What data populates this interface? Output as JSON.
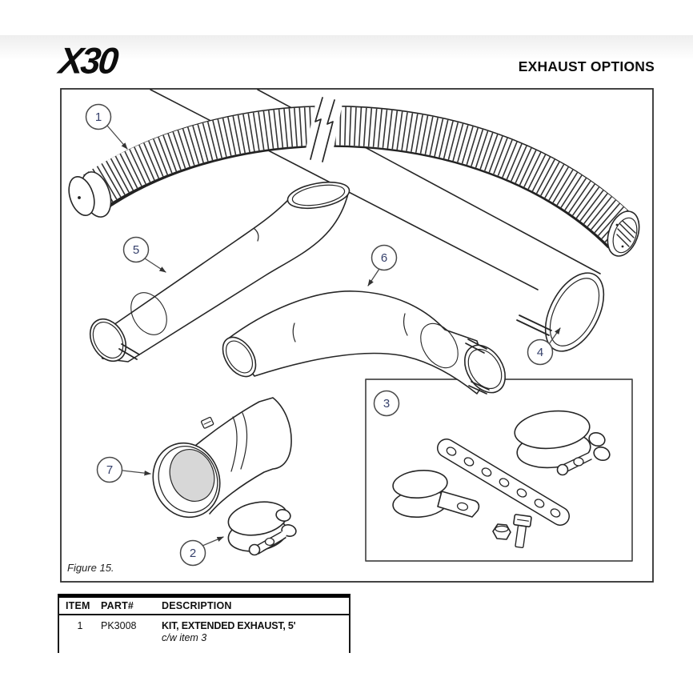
{
  "header": {
    "brand": "X30",
    "title": "EXHAUST OPTIONS"
  },
  "figure": {
    "label": "Figure 15.",
    "callouts": [
      "1",
      "2",
      "3",
      "4",
      "5",
      "6",
      "7"
    ],
    "callout_digit_color": "#35406b",
    "line_color": "#262626",
    "muffler_inlet_fill": "#d7d7d7"
  },
  "table": {
    "headers": [
      "ITEM",
      "PART#",
      "DESCRIPTION"
    ],
    "rows": [
      {
        "item": "1",
        "part": "PK3008",
        "description": "KIT, EXTENDED EXHAUST, 5'",
        "note": "c/w item 3"
      }
    ]
  }
}
